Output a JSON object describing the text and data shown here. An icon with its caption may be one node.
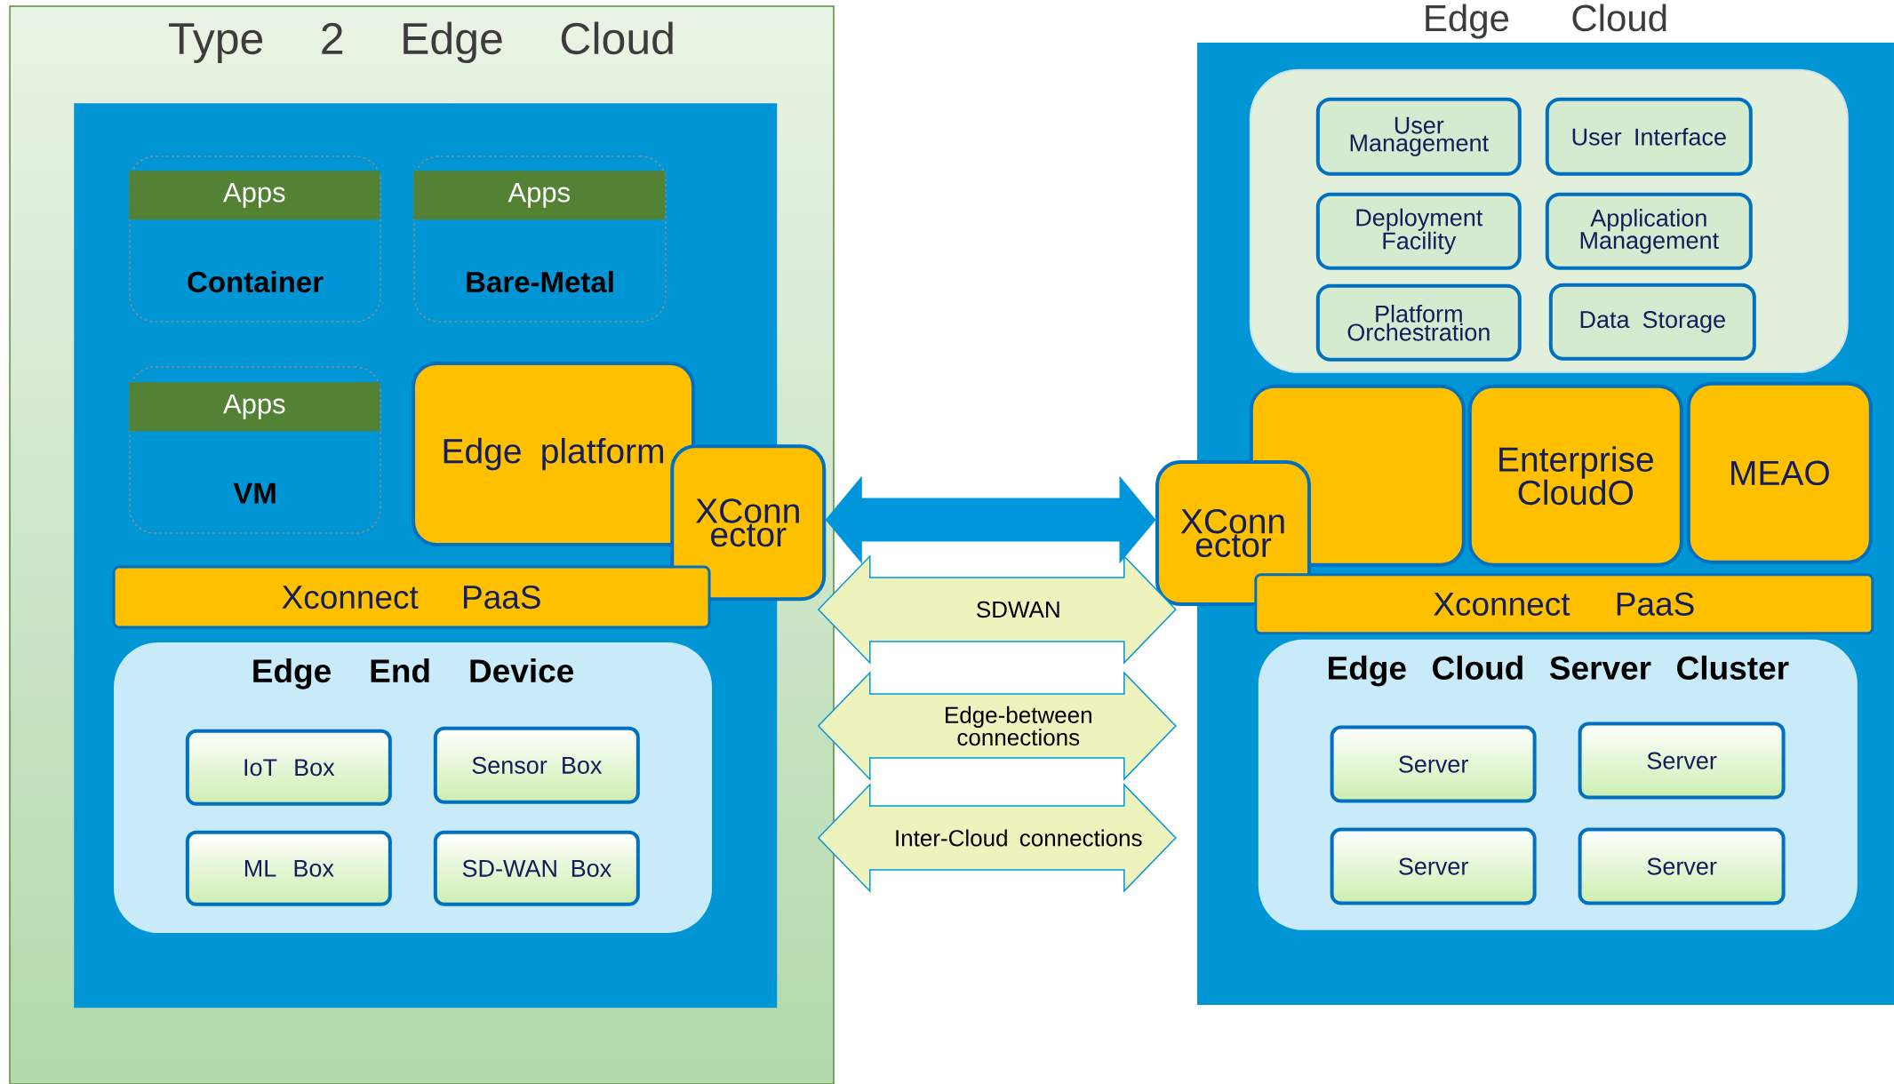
{
  "diagram": {
    "nodes": [
      {
        "text": [
          "Type 2 Edge Cloud"
        ]
      },
      {
        "text": [],
        "shape": "box",
        "in": 0
      },
      {
        "text": [
          "Container"
        ],
        "in": 1
      },
      {
        "text": [
          "Apps"
        ],
        "in": 2
      },
      {
        "text": [
          "Bare-Metal"
        ],
        "in": 1
      },
      {
        "text": [
          "Apps"
        ],
        "in": 4
      },
      {
        "text": [
          "VM"
        ],
        "in": 1
      },
      {
        "text": [
          "Apps"
        ],
        "in": 6
      },
      {
        "text": [
          "Edge platform"
        ],
        "in": 1
      },
      {
        "text": [
          "XConn ector"
        ],
        "in": 0
      },
      {
        "text": [
          "Xconnect PaaS"
        ],
        "in": 1
      },
      {
        "text": [
          "Edge End Device"
        ],
        "in": 1
      },
      {
        "text": [
          "IoT Box"
        ],
        "in": 11
      },
      {
        "text": [
          "Sensor Box"
        ],
        "in": 11
      },
      {
        "text": [
          "ML Box"
        ],
        "in": 11
      },
      {
        "text": [
          "SD-WAN Box"
        ],
        "in": 11
      },
      {
        "text": [
          "Edge Cloud"
        ]
      },
      {
        "text": [],
        "shape": "box",
        "in": 16
      },
      {
        "text": [
          "User Management"
        ],
        "in": 17
      },
      {
        "text": [
          "User Interface"
        ],
        "in": 17
      },
      {
        "text": [
          "Deployment Facility"
        ],
        "in": 17
      },
      {
        "text": [
          "Application Management"
        ],
        "in": 17
      },
      {
        "text": [
          "Platform Orchestration"
        ],
        "in": 17
      },
      {
        "text": [
          "Data Storage"
        ],
        "in": 17
      },
      {
        "text": [],
        "shape": "box",
        "in": 16
      },
      {
        "text": [
          "Enterprise CloudO"
        ],
        "in": 16
      },
      {
        "text": [
          "MEAO"
        ],
        "in": 16
      },
      {
        "text": [
          "XConn ector"
        ]
      },
      {
        "text": [
          "Xconnect PaaS"
        ],
        "in": 16
      },
      {
        "text": [
          "Edge Cloud Server Cluster"
        ],
        "in": 16
      },
      {
        "text": [
          "Server"
        ],
        "in": 29
      },
      {
        "text": [
          "Server"
        ],
        "in": 29
      },
      {
        "text": [
          "Server"
        ],
        "in": 29
      },
      {
        "text": [
          "Server"
        ],
        "in": 29
      }
    ],
    "edges": [
      {
        "from": 9,
        "to": 27,
        "arrow": "both",
        "style": "thick",
        "color": "#0096db"
      },
      {
        "from": 0,
        "to": 16,
        "arrow": "both",
        "label": "SDWAN"
      },
      {
        "from": 0,
        "to": 16,
        "arrow": "both",
        "label": "Edge-between connections"
      },
      {
        "from": 0,
        "to": 16,
        "arrow": "both",
        "label": "Inter-Cloud connections"
      }
    ]
  }
}
